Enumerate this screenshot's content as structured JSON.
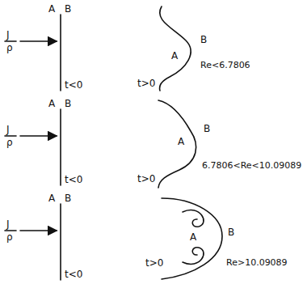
{
  "diagram": {
    "labels": [
      "A",
      "B",
      "J",
      "ρ",
      "t<0",
      "A",
      "B",
      "Re<6.7806",
      "t>0",
      "A",
      "B",
      "J",
      "ρ",
      "t<0",
      "A",
      "B",
      "6.7806<Re<10.09089",
      "t>0",
      "A",
      "B",
      "J",
      "ρ",
      "t<0",
      "A",
      "B",
      "Re>10.09089",
      "t>0"
    ]
  }
}
